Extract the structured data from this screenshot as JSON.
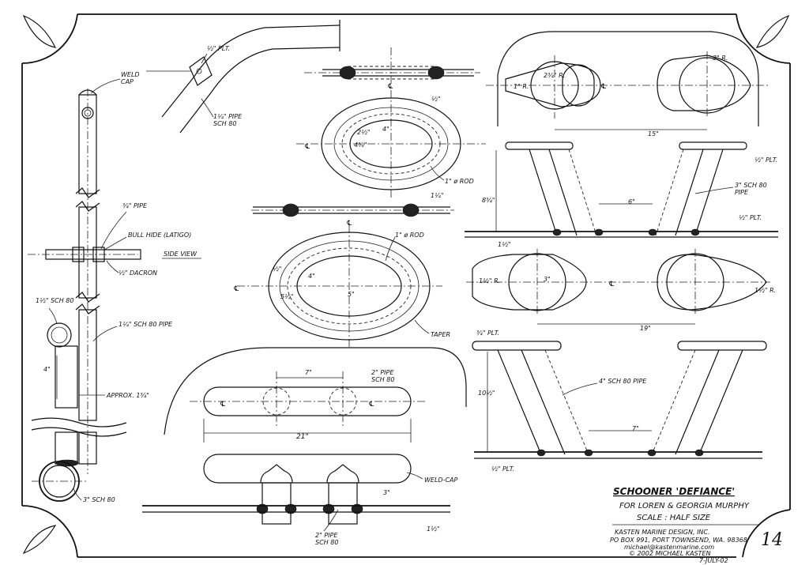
{
  "labels": {
    "weld_cap_top": "WELD\nCAP",
    "half_plt_top": "½\" PLT.",
    "pipe_1_25_sch80_top": "1¼\" PIPE\nSCH 80",
    "pipe_3_4": "¾\" PIPE",
    "bull_hide": "BULL HIDE (LATIGO)",
    "side_view": "SIDE VIEW",
    "dacron": "½\" DACRON",
    "sch80_1_5": "1½\" SCH 80",
    "pipe_1_25_sch80_mid": "1¼\" SCH 80 PIPE",
    "dim_4_left": "4\"",
    "approx": "APPROX. 1¾\"",
    "sch80_3": "3\" SCH 80",
    "oval_half_in": "½\"",
    "oval_4": "4\"",
    "oval_dia_2": "2½\"",
    "oval_rad": "4⅜\"",
    "rod_1": "1\" ø ROD",
    "rod_1_lower": "1\" ø ROD",
    "dim_1_25": "1¼\"",
    "oval2_half": "½\"",
    "oval2_r": "4\"",
    "oval2_5": "5\"",
    "oval2_5half": "5½\"",
    "taper": "TAPER",
    "pipe_2_sch80": "2\" PIPE\nSCH 80",
    "dim_7_top": "7\"",
    "dim_21": "21\"",
    "weld_cap_bottom": "WELD-CAP",
    "dim_3": "3\"",
    "pipe_2_sch80_bot": "2\" PIPE\nSCH 80",
    "dim_1_5_bot": "1½\"",
    "r_1": "1\" R.",
    "r_2_75": "2¾\" R.",
    "r_3": "3\" R.",
    "dim_15": "15\"",
    "half_plt_r1": "½\" PLT.",
    "pipe_3_sch80": "3\" SCH 80\nPIPE",
    "dim_8_75": "8¾\"",
    "dim_6": "6\"",
    "half_plt_r2": "½\" PLT.",
    "dim_1_5_r": "1½\"",
    "r_1_5_a": "1½\" R.",
    "r_3_mid": "3\"",
    "r_1_5_b": "1½\" R.",
    "dim_19": "19\"",
    "plt_3_4": "¾\" PLT.",
    "pipe_4_sch80": "4\" SCH 80 PIPE",
    "dim_10_5": "10½\"",
    "dim_7_r": "7\"",
    "half_plt_bot": "½\" PLT.",
    "centerline": "℄"
  },
  "title_block": {
    "title": "SCHOONER 'DEFIANCE'",
    "for_line": "FOR LOREN & GEORGIA MURPHY",
    "scale": "SCALE : HALF SIZE",
    "company": "KASTEN MARINE DESIGN, INC.",
    "address": "PO BOX 991, PORT TOWNSEND, WA. 98368",
    "email": "michael@kastenmarine.com",
    "copyright": "© 2002 MICHAEL KASTEN",
    "date": "7-JULY-02",
    "page": "14"
  }
}
